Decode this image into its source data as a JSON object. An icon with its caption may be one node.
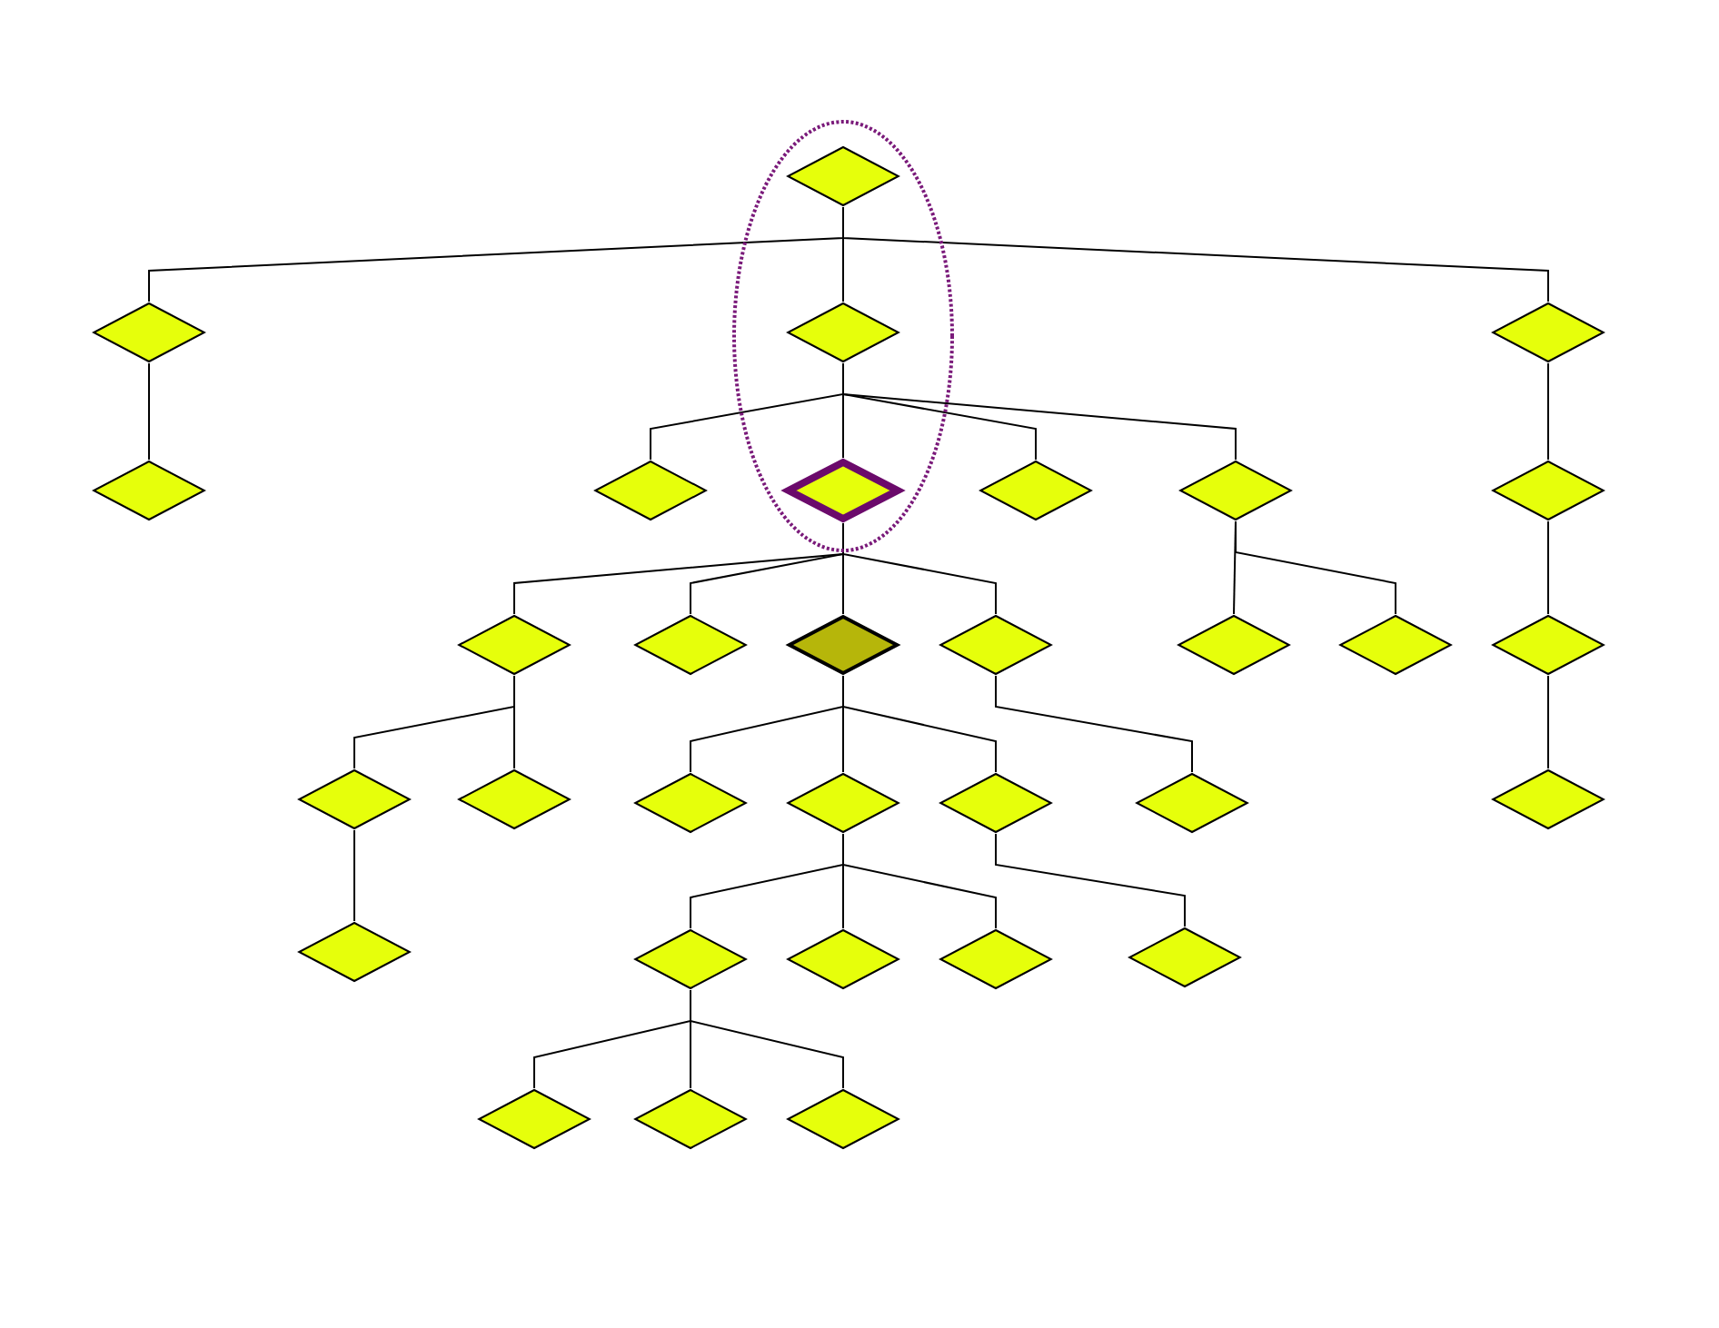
{
  "diagram": {
    "nodes": [
      {
        "text": [],
        "shape": "diamond"
      },
      {
        "text": [],
        "shape": "diamond"
      },
      {
        "text": [],
        "shape": "diamond"
      },
      {
        "text": [],
        "shape": "diamond"
      },
      {
        "text": [],
        "shape": "diamond"
      },
      {
        "text": [],
        "shape": "diamond"
      },
      {
        "text": [],
        "shape": "diamond"
      },
      {
        "text": [],
        "shape": "diamond"
      },
      {
        "text": [],
        "shape": "diamond"
      },
      {
        "text": [],
        "shape": "diamond"
      },
      {
        "text": [],
        "shape": "diamond"
      },
      {
        "text": [],
        "shape": "diamond"
      },
      {
        "text": [],
        "shape": "diamond"
      },
      {
        "text": [],
        "shape": "diamond"
      },
      {
        "text": [],
        "shape": "diamond"
      },
      {
        "text": [],
        "shape": "diamond"
      },
      {
        "text": [],
        "shape": "diamond"
      },
      {
        "text": [],
        "shape": "diamond"
      },
      {
        "text": [],
        "shape": "diamond"
      },
      {
        "text": [],
        "shape": "diamond"
      },
      {
        "text": [],
        "shape": "diamond"
      },
      {
        "text": [],
        "shape": "diamond"
      },
      {
        "text": [],
        "shape": "diamond"
      },
      {
        "text": [],
        "shape": "diamond"
      },
      {
        "text": [],
        "shape": "diamond"
      },
      {
        "text": [],
        "shape": "diamond"
      },
      {
        "text": [],
        "shape": "diamond"
      },
      {
        "text": [],
        "shape": "diamond"
      },
      {
        "text": [],
        "shape": "diamond"
      },
      {
        "text": [],
        "shape": "diamond"
      },
      {
        "text": [],
        "shape": "diamond"
      },
      {
        "text": [],
        "shape": "diamond"
      }
    ],
    "edges": [
      {
        "from": 0,
        "to": 1,
        "arrow": "none"
      },
      {
        "from": 0,
        "to": 2,
        "arrow": "none"
      },
      {
        "from": 0,
        "to": 3,
        "arrow": "none"
      },
      {
        "from": 1,
        "to": 4,
        "arrow": "none"
      },
      {
        "from": 2,
        "to": 5,
        "arrow": "none"
      },
      {
        "from": 2,
        "to": 6,
        "arrow": "none"
      },
      {
        "from": 2,
        "to": 7,
        "arrow": "none"
      },
      {
        "from": 2,
        "to": 8,
        "arrow": "none"
      },
      {
        "from": 3,
        "to": 9,
        "arrow": "none"
      },
      {
        "from": 6,
        "to": 10,
        "arrow": "none"
      },
      {
        "from": 6,
        "to": 11,
        "arrow": "none"
      },
      {
        "from": 6,
        "to": 12,
        "arrow": "none"
      },
      {
        "from": 6,
        "to": 13,
        "arrow": "none"
      },
      {
        "from": 8,
        "to": 14,
        "arrow": "none"
      },
      {
        "from": 8,
        "to": 15,
        "arrow": "none"
      },
      {
        "from": 9,
        "to": 16,
        "arrow": "none"
      },
      {
        "from": 10,
        "to": 17,
        "arrow": "none"
      },
      {
        "from": 10,
        "to": 18,
        "arrow": "none"
      },
      {
        "from": 12,
        "to": 19,
        "arrow": "none"
      },
      {
        "from": 12,
        "to": 20,
        "arrow": "none"
      },
      {
        "from": 12,
        "to": 21,
        "arrow": "none"
      },
      {
        "from": 13,
        "to": 22,
        "arrow": "none"
      },
      {
        "from": 16,
        "to": 23,
        "arrow": "none"
      },
      {
        "from": 17,
        "to": 24,
        "arrow": "none"
      },
      {
        "from": 20,
        "to": 25,
        "arrow": "none"
      },
      {
        "from": 20,
        "to": 26,
        "arrow": "none"
      },
      {
        "from": 20,
        "to": 27,
        "arrow": "none"
      },
      {
        "from": 21,
        "to": 28,
        "arrow": "none"
      },
      {
        "from": 25,
        "to": 29,
        "arrow": "none"
      },
      {
        "from": 25,
        "to": 30,
        "arrow": "none"
      },
      {
        "from": 25,
        "to": 31,
        "arrow": "none"
      }
    ]
  }
}
